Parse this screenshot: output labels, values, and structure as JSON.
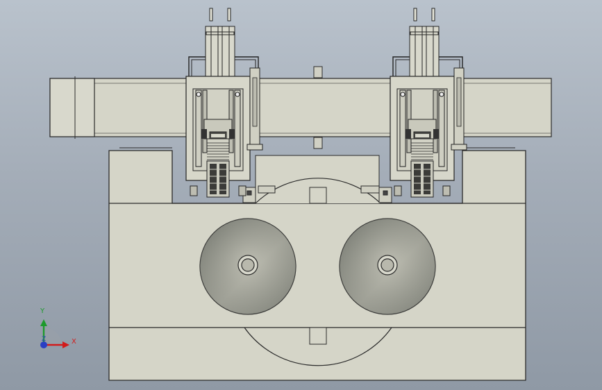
{
  "viewport": {
    "background_top": "#b9c2cc",
    "background_bottom": "#8f99a5",
    "part_fill": "#d5d5c8",
    "edge_color": "#2a2a2a",
    "disc_dark": "#7e8178",
    "disc_light": "#b9b9ad"
  },
  "triad": {
    "x_label": "X",
    "y_label": "Y",
    "z_label": "Z",
    "x_color": "#d21b1b",
    "y_color": "#1d9a2c",
    "z_color": "#2a3fc4",
    "icon": "view-orientation-triad-icon"
  }
}
